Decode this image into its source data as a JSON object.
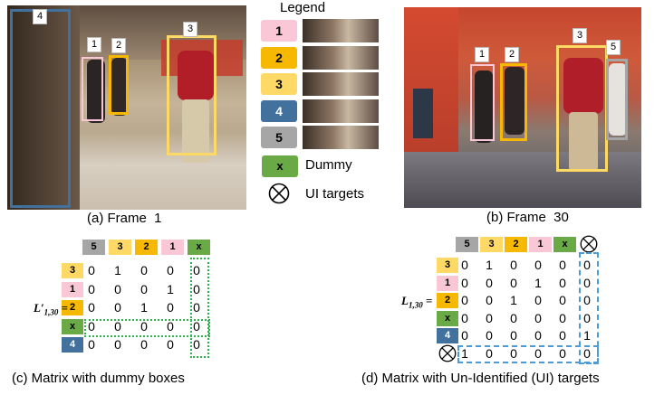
{
  "colors": {
    "id5": "#a6a6a6",
    "id3": "#ffd966",
    "id2": "#f6b800",
    "id1": "#f9c7d6",
    "id4": "#41719c",
    "dummy": "#6aaa46",
    "dummy_line": "#2bb24c",
    "ui_line": "#4a9bd6"
  },
  "frame1": {
    "caption": "(a) Frame  1",
    "boxes": [
      {
        "id": "4",
        "color": "#41719c"
      },
      {
        "id": "1",
        "color": "#f9c7d6"
      },
      {
        "id": "2",
        "color": "#f6b800"
      },
      {
        "id": "3",
        "color": "#ffd966"
      }
    ]
  },
  "frame2": {
    "caption": "(b) Frame  30",
    "boxes": [
      {
        "id": "1",
        "color": "#f9c7d6"
      },
      {
        "id": "2",
        "color": "#f6b800"
      },
      {
        "id": "3",
        "color": "#ffd966"
      },
      {
        "id": "5",
        "color": "#a6a6a6"
      }
    ]
  },
  "legend": {
    "title": "Legend",
    "items": [
      "1",
      "2",
      "3",
      "4",
      "5"
    ],
    "dummy_key": "x",
    "dummy_label": "Dummy",
    "ui_label": "UI targets",
    "ui_icon": "circled-times-icon"
  },
  "matrix_c": {
    "label_main": "L′",
    "label_sub": "1,30",
    "equals": "=",
    "columns": [
      "5",
      "3",
      "2",
      "1",
      "x"
    ],
    "rows": [
      {
        "id": "3",
        "values": [
          "0",
          "1",
          "0",
          "0",
          "0"
        ]
      },
      {
        "id": "1",
        "values": [
          "0",
          "0",
          "0",
          "1",
          "0"
        ]
      },
      {
        "id": "2",
        "values": [
          "0",
          "0",
          "1",
          "0",
          "0"
        ]
      },
      {
        "id": "x",
        "values": [
          "0",
          "0",
          "0",
          "0",
          "0"
        ]
      },
      {
        "id": "4",
        "values": [
          "0",
          "0",
          "0",
          "0",
          "0"
        ]
      }
    ],
    "caption": "(c) Matrix with dummy boxes"
  },
  "matrix_d": {
    "label_main": "L",
    "label_sub": "1,30",
    "equals": "=",
    "columns": [
      "5",
      "3",
      "2",
      "1",
      "x"
    ],
    "rows": [
      {
        "id": "3",
        "values": [
          "0",
          "1",
          "0",
          "0",
          "0",
          "0"
        ]
      },
      {
        "id": "1",
        "values": [
          "0",
          "0",
          "0",
          "1",
          "0",
          "0"
        ]
      },
      {
        "id": "2",
        "values": [
          "0",
          "0",
          "1",
          "0",
          "0",
          "0"
        ]
      },
      {
        "id": "x",
        "values": [
          "0",
          "0",
          "0",
          "0",
          "0",
          "0"
        ]
      },
      {
        "id": "4",
        "values": [
          "0",
          "0",
          "0",
          "0",
          "0",
          "1"
        ]
      },
      {
        "id": "ui",
        "values": [
          "1",
          "0",
          "0",
          "0",
          "0",
          "0"
        ]
      }
    ],
    "caption": "(d) Matrix with Un-Identified (UI) targets"
  }
}
